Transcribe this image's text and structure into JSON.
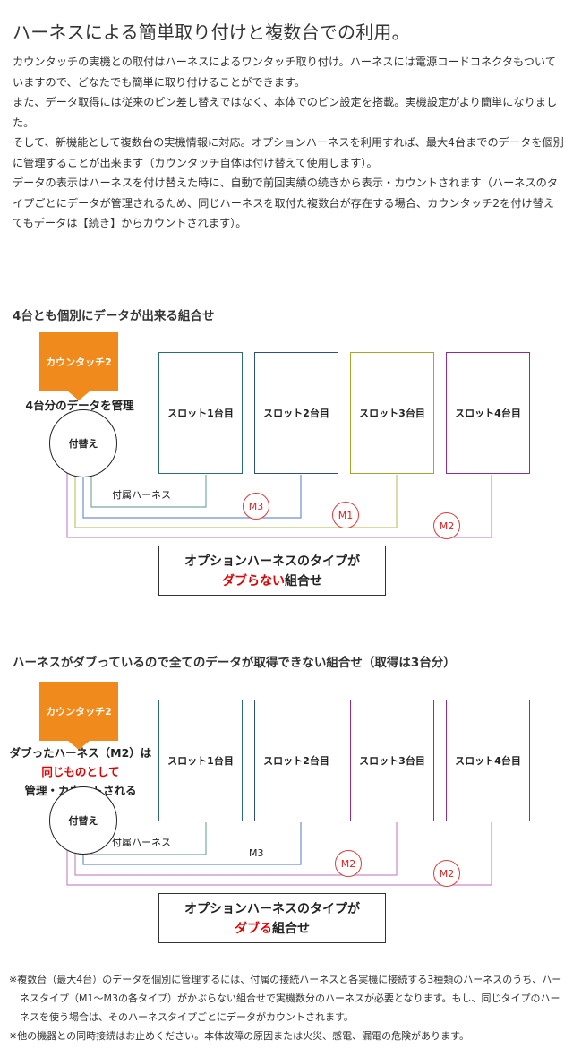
{
  "title": "ハーネスによる簡単取り付けと複数台での利用。",
  "intro": {
    "p1": "カウンタッチの実機との取付はハーネスによるワンタッチ取り付け。ハーネスには電源コードコネクタもついていますので、どなたでも簡単に取り付けることができます。",
    "p2": "また、データ取得には従来のピン差し替えではなく、本体でのピン設定を搭載。実機設定がより簡単になりました。",
    "p3": "そして、新機能として複数台の実機情報に対応。オプションハーネスを利用すれば、最大4台までのデータを個別に管理することが出来ます（カウンタッチ自体は付け替えて使用します）。",
    "p4": "データの表示はハーネスを付け替えた時に、自動で前回実績の続きから表示・カウントされます（ハーネスのタイプごとにデータが管理されるため、同じハーネスを取付た複数台が存在する場合、カウンタッチ2を付け替えてもデータは【続き】からカウントされます）。"
  },
  "section1": {
    "heading": "4台とも個別にデータが出来る組合せ",
    "device": "カウンタッチ2",
    "device_note": "4台分のデータを管理",
    "swap": "付替え",
    "slots": [
      "スロット1台目",
      "スロット2台目",
      "スロット3台目",
      "スロット4台目"
    ],
    "bundled_harness": "付属ハーネス",
    "badges": [
      "M3",
      "M1",
      "M2"
    ],
    "callout_line1": "オプションハーネスのタイプが",
    "callout_red": "ダブらない",
    "callout_tail": "組合せ"
  },
  "section2": {
    "heading": "ハーネスがダブっているので全てのデータが取得できない組合せ（取得は3台分）",
    "device": "カウンタッチ2",
    "note_line1": "ダブったハーネス（M2）は",
    "note_red": "同じものとして",
    "note_line3": "管理・カウントされる",
    "swap": "付替え",
    "slots": [
      "スロット1台目",
      "スロット2台目",
      "スロット3台目",
      "スロット4台目"
    ],
    "bundled_harness": "付属ハーネス",
    "m3_label": "M3",
    "badges": [
      "M2",
      "M2"
    ],
    "callout_line1": "オプションハーネスのタイプが",
    "callout_red": "ダブる",
    "callout_tail": "組合せ"
  },
  "footnotes": [
    "※複数台（最大4台）のデータを個別に管理するには、付属の接続ハーネスと各実機に接続する3種類のハーネスのうち、ハーネスタイプ（M1～M3の各タイプ）がかぶらない組合せで実機数分のハーネスが必要となります。もし、同じタイプのハーネスを使う場合は、そのハーネスタイプごとにデータがカウントされます。",
    "※他の機器との同時接続はお止めください。本体故障の原因または火災、感電、漏電の危険があります。"
  ],
  "colors": {
    "accent_orange": "#f08a1c",
    "slot1": "#2e6e6a",
    "slot2": "#2c4f8c",
    "slot3": "#a3a82c",
    "slot4": "#8c2f8c",
    "alert_red": "#e00000"
  }
}
